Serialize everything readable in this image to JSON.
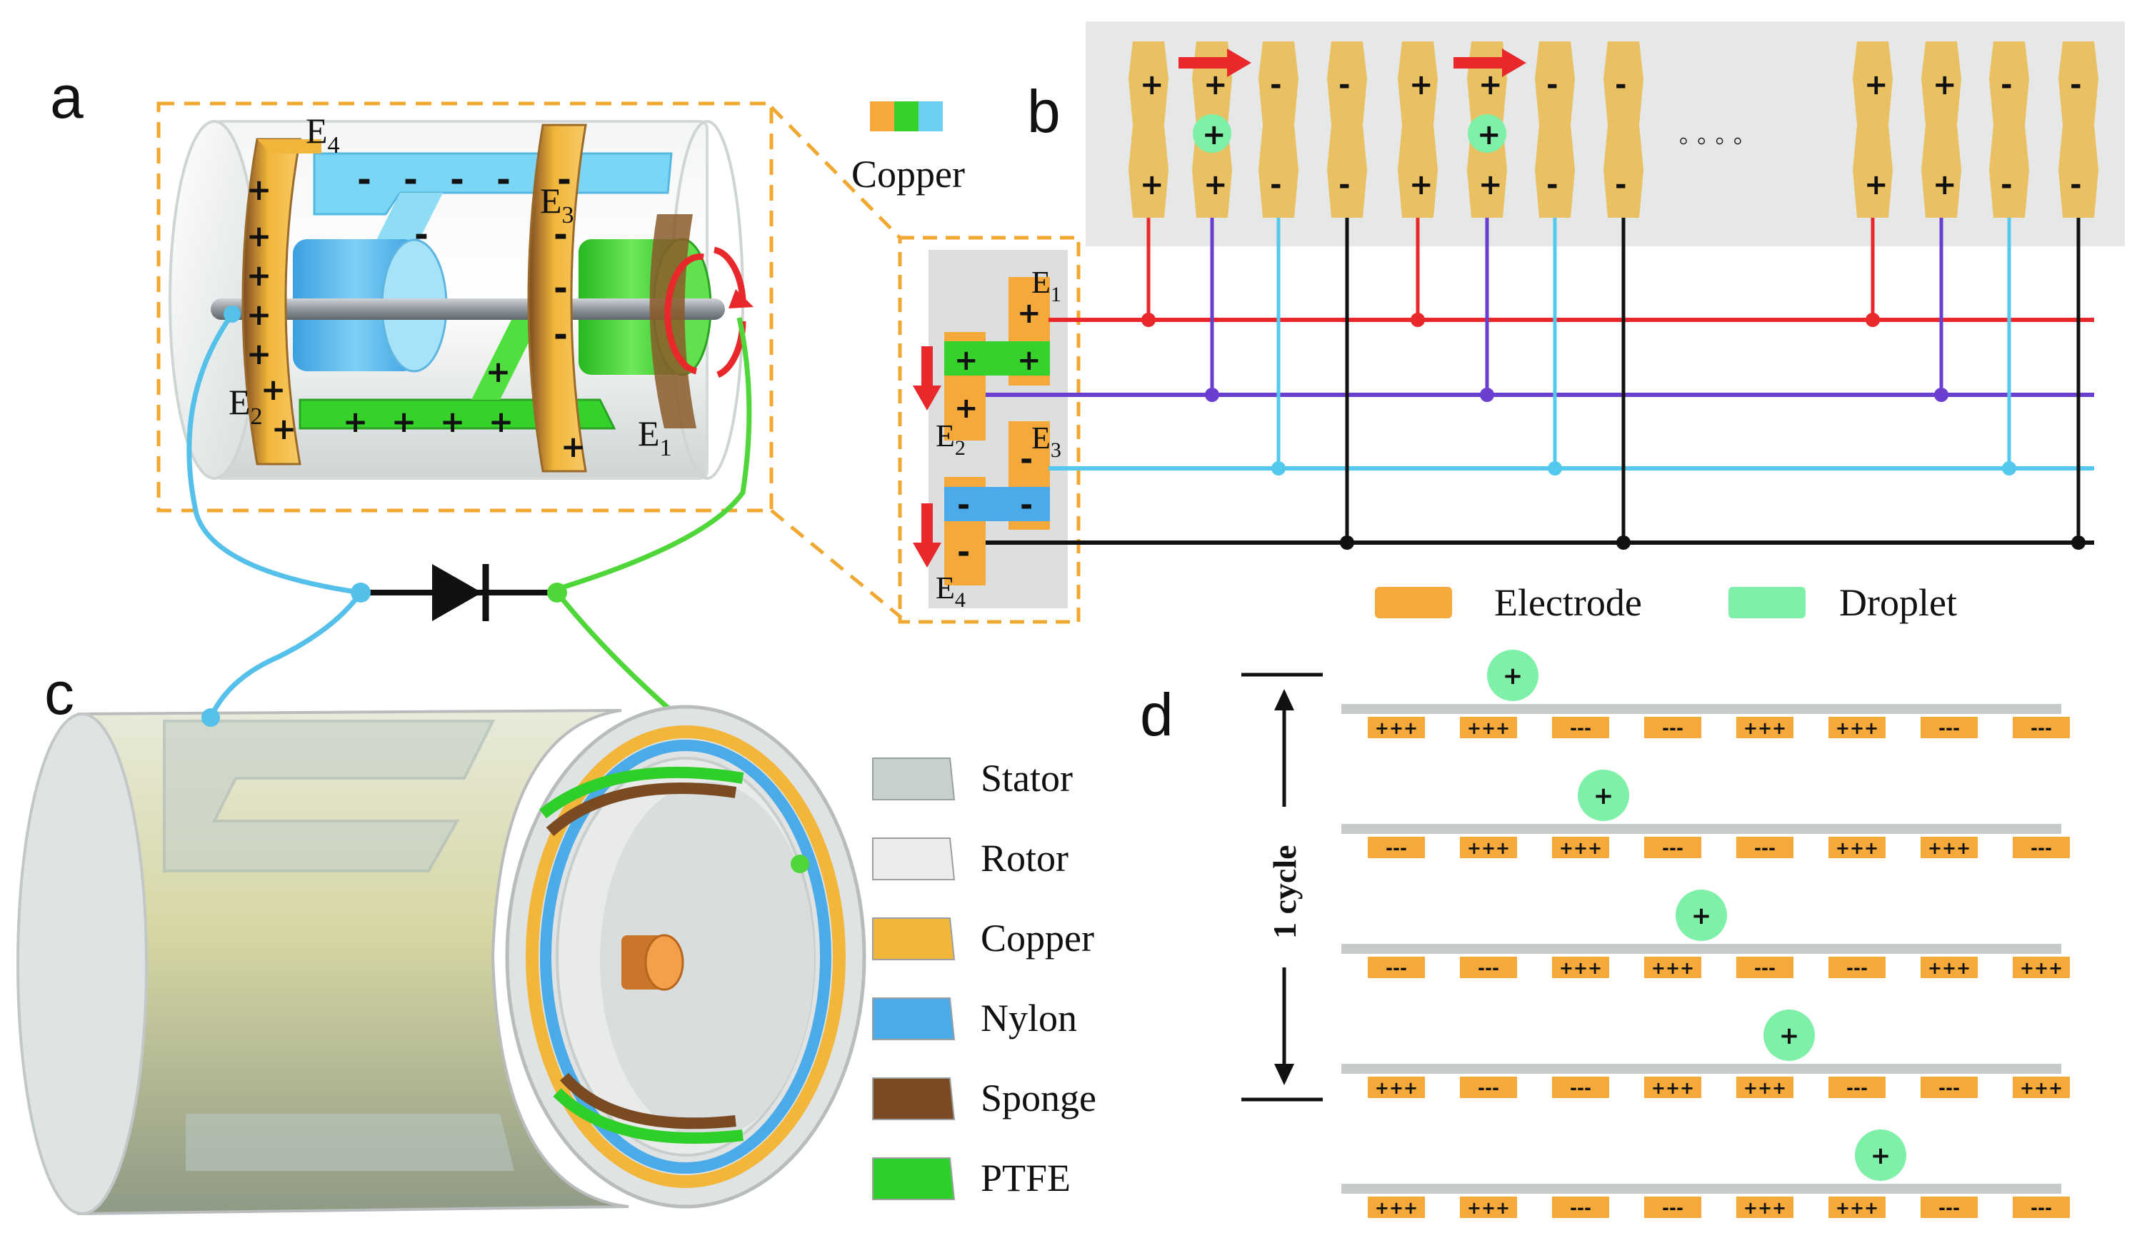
{
  "panels": {
    "a": "a",
    "b": "b",
    "c": "c",
    "d": "d"
  },
  "electrode_labels": {
    "E1": "E",
    "E2": "E",
    "E3": "E",
    "E4": "E",
    "sub1": "1",
    "sub2": "2",
    "sub3": "3",
    "sub4": "4"
  },
  "sign_plus": "+",
  "sign_minus": "-",
  "copper_label": "Copper",
  "ellipsis": "◦  ◦  ◦  ◦",
  "legend_b": [
    {
      "label": "Electrode",
      "color": "#f5a93a"
    },
    {
      "label": "Droplet",
      "color": "#7ef0a8"
    }
  ],
  "legend_c": [
    {
      "label": "Stator",
      "color": "#c8cfcf"
    },
    {
      "label": "Rotor",
      "color": "#ececec"
    },
    {
      "label": "Copper",
      "color": "#f2b63a"
    },
    {
      "label": "Nylon",
      "color": "#4aabe8"
    },
    {
      "label": "Sponge",
      "color": "#7a4a22"
    },
    {
      "label": "PTFE",
      "color": "#2fcf2a"
    }
  ],
  "cycle_label": "1 cycle",
  "panel_b_top_signs": [
    "+",
    "+",
    "-",
    "-",
    "+",
    "+",
    "-",
    "-",
    "+",
    "+",
    "-",
    "-"
  ],
  "panel_b_bottom_signs": [
    "+",
    "+",
    "-",
    "-",
    "+",
    "+",
    "-",
    "-",
    "+",
    "+",
    "-",
    "-"
  ],
  "panel_d_rows": [
    [
      "+++",
      "+++",
      "---",
      "---",
      "+++",
      "+++",
      "---",
      "---"
    ],
    [
      "---",
      "+++",
      "+++",
      "---",
      "---",
      "+++",
      "+++",
      "---"
    ],
    [
      "---",
      "---",
      "+++",
      "+++",
      "---",
      "---",
      "+++",
      "+++"
    ],
    [
      "+++",
      "---",
      "---",
      "+++",
      "+++",
      "---",
      "---",
      "+++"
    ],
    [
      "+++",
      "+++",
      "---",
      "---",
      "+++",
      "+++",
      "---",
      "---"
    ]
  ],
  "colors": {
    "dashed_box": "#f0a830",
    "electrode": "#f5a93a",
    "electrode_b": "#e9c062",
    "droplet": "#7ef0a8",
    "red": "#e8282a",
    "purple": "#6a3fd0",
    "cyan": "#55c8ee",
    "black": "#111111",
    "green_wire": "#4fd638",
    "blue_wire": "#55c0ea"
  }
}
